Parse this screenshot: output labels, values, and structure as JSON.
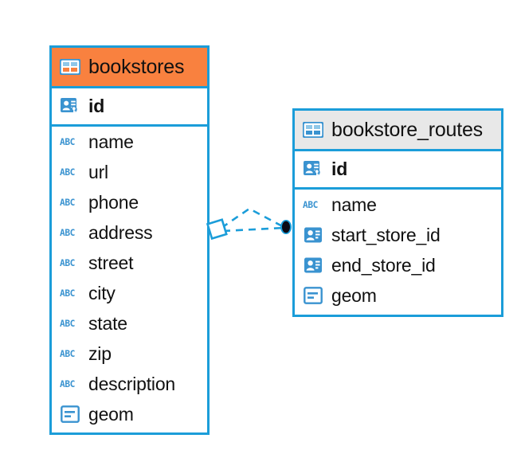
{
  "diagram": {
    "type": "entity-relationship-diagram",
    "background_color": "#ffffff",
    "accent_color": "#1b9dd9",
    "highlight_color": "#f9813f",
    "header_neutral_color": "#e8e8e8"
  },
  "entities": [
    {
      "name": "bookstores",
      "header_style": "accent-orange",
      "primary_key": {
        "label": "id",
        "icon": "primary-key-icon"
      },
      "attributes": [
        {
          "label": "name",
          "icon": "abc-text-icon"
        },
        {
          "label": "url",
          "icon": "abc-text-icon"
        },
        {
          "label": "phone",
          "icon": "abc-text-icon"
        },
        {
          "label": "address",
          "icon": "abc-text-icon"
        },
        {
          "label": "street",
          "icon": "abc-text-icon"
        },
        {
          "label": "city",
          "icon": "abc-text-icon"
        },
        {
          "label": "state",
          "icon": "abc-text-icon"
        },
        {
          "label": "zip",
          "icon": "abc-text-icon"
        },
        {
          "label": "description",
          "icon": "abc-text-icon"
        },
        {
          "label": "geom",
          "icon": "geometry-icon"
        }
      ]
    },
    {
      "name": "bookstore_routes",
      "header_style": "accent-gray",
      "primary_key": {
        "label": "id",
        "icon": "primary-key-icon"
      },
      "attributes": [
        {
          "label": "name",
          "icon": "abc-text-icon"
        },
        {
          "label": "start_store_id",
          "icon": "foreign-key-icon"
        },
        {
          "label": "end_store_id",
          "icon": "foreign-key-icon"
        },
        {
          "label": "geom",
          "icon": "geometry-icon"
        }
      ]
    }
  ],
  "relationship": {
    "from_entity": "bookstores",
    "to_entity": "bookstore_routes",
    "source_marker": "diamond-outline",
    "target_marker": "filled-circle",
    "line_style": "dashed",
    "line_color": "#1b9dd9"
  }
}
